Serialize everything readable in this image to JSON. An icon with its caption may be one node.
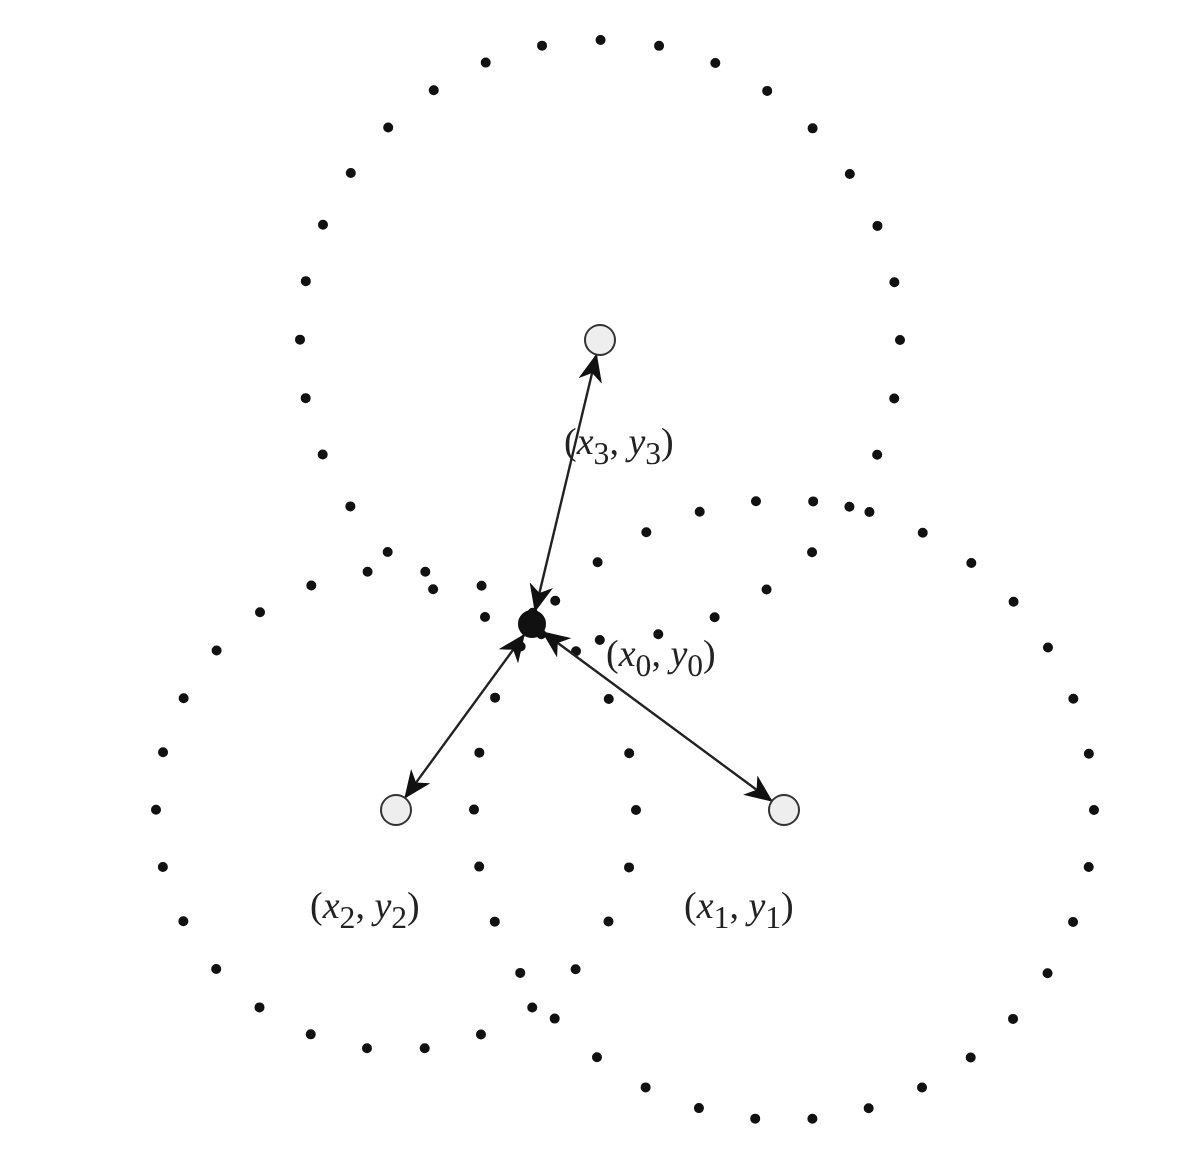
{
  "diagram": {
    "nodes": [
      {
        "text": [],
        "shape": "circle",
        "beside": [
          "(*x*$_{0}$, *y*$_{0}$)"
        ]
      },
      {
        "text": [],
        "shape": "circle",
        "beside": [
          "(*x*$_{1}$, *y*$_{1}$)"
        ]
      },
      {
        "text": [],
        "shape": "circle",
        "beside": [
          "(*x*$_{2}$, *y*$_{2}$)"
        ]
      },
      {
        "text": [],
        "shape": "circle",
        "beside": [
          "(*x*$_{3}$, *y*$_{3}$)"
        ]
      }
    ],
    "edges": [
      {
        "from": 0,
        "to": 3,
        "arrow": "both"
      },
      {
        "from": 0,
        "to": 2,
        "arrow": "both"
      },
      {
        "from": 0,
        "to": 1,
        "arrow": "both"
      }
    ]
  }
}
